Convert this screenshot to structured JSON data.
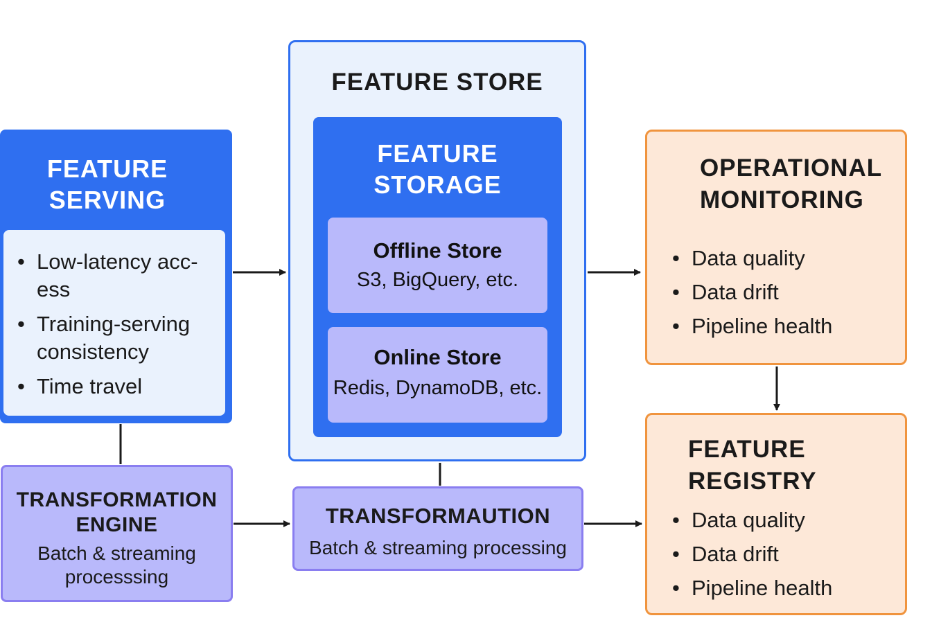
{
  "feature_serving": {
    "title_line1": "FEATURE",
    "title_line2": "SERVING",
    "bullets": [
      "Low-latency acc-\ness",
      "Training-serving\nconsistency",
      "Time travel"
    ]
  },
  "feature_store": {
    "title": "FEATURE STORE",
    "storage": {
      "title_line1": "FEATURE",
      "title_line2": "STORAGE",
      "offline": {
        "title": "Offline Store",
        "subtitle": "S3, BigQuery, etc."
      },
      "online": {
        "title": "Online Store",
        "subtitle": "Redis, DynamoDB, etc."
      }
    }
  },
  "operational_monitoring": {
    "title_line1": "OPERATIONAL",
    "title_line2": "MONITORING",
    "bullets": [
      "Data quality",
      "Data drift",
      "Pipeline health"
    ]
  },
  "feature_registry": {
    "title_line1": "FEATURE",
    "title_line2": "REGISTRY",
    "bullets": [
      "Data quality",
      "Data drift",
      "Pipeline health"
    ]
  },
  "transformation_engine": {
    "title_line1": "TRANSFORMATION",
    "title_line2": "ENGINE",
    "subtitle_line1": "Batch & streaming",
    "subtitle_line2": "processsing"
  },
  "transformaution": {
    "title": "TRANSFORMAUTION",
    "subtitle": "Batch & streaming processing"
  },
  "colors": {
    "blue": "#2f6ff0",
    "light_blue": "#eaf2fd",
    "purple": "#b9b9fb",
    "orange_border": "#f0943e",
    "orange_fill": "#fde8d8"
  }
}
